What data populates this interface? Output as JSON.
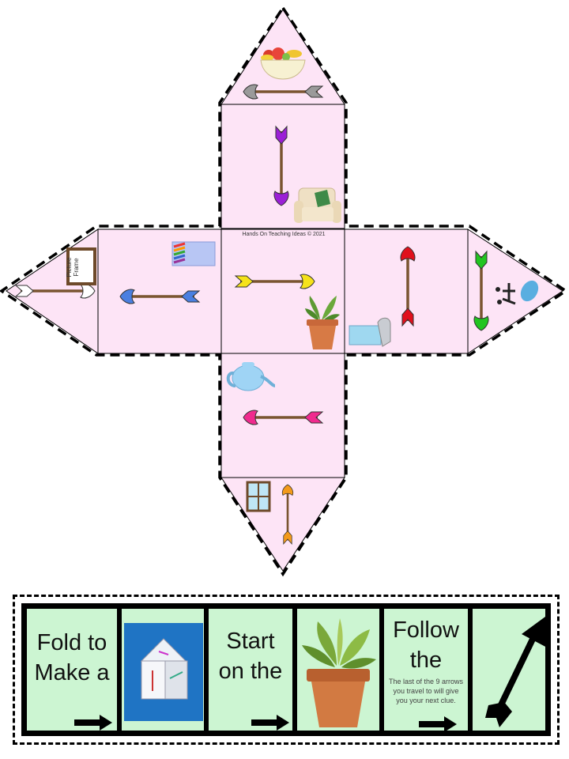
{
  "net": {
    "copyright": "Hands On Teaching Ideas © 2021",
    "frame_label": "Picture Frame",
    "fill_color": "#fde4f6",
    "arrow_colors": {
      "top": "#9a9a9a",
      "upper": "#9b1fd6",
      "left_tri": "#ffffff",
      "left": "#4a7fe0",
      "center": "#f5e21a",
      "right": "#e0101c",
      "right_tri": "#22c520",
      "lower": "#f02a8e",
      "bottom": "#f39a1a"
    },
    "icons": [
      "fruit-bowl-icon",
      "armchair-icon",
      "picture-frame-icon",
      "pencils-box-icon",
      "plant-pot-icon",
      "fish-tank-icon",
      "office-chair-icon",
      "teapot-icon",
      "window-icon"
    ]
  },
  "strip": {
    "cells": [
      {
        "lines": [
          "Fold to",
          "Make a"
        ],
        "icon": "right-arrow-icon"
      },
      {
        "icon": "folded-cube-photo-icon"
      },
      {
        "lines": [
          "Start",
          "on the"
        ],
        "icon": "right-arrow-icon"
      },
      {
        "icon": "plant-pot-icon"
      },
      {
        "lines": [
          "Follow",
          "the"
        ],
        "note": "The last of the 9 arrows you travel to will give you your next clue.",
        "icon": "right-arrow-icon"
      },
      {
        "icon": "diagonal-arrow-icon"
      }
    ],
    "bg_color": "#ccf5d2"
  }
}
